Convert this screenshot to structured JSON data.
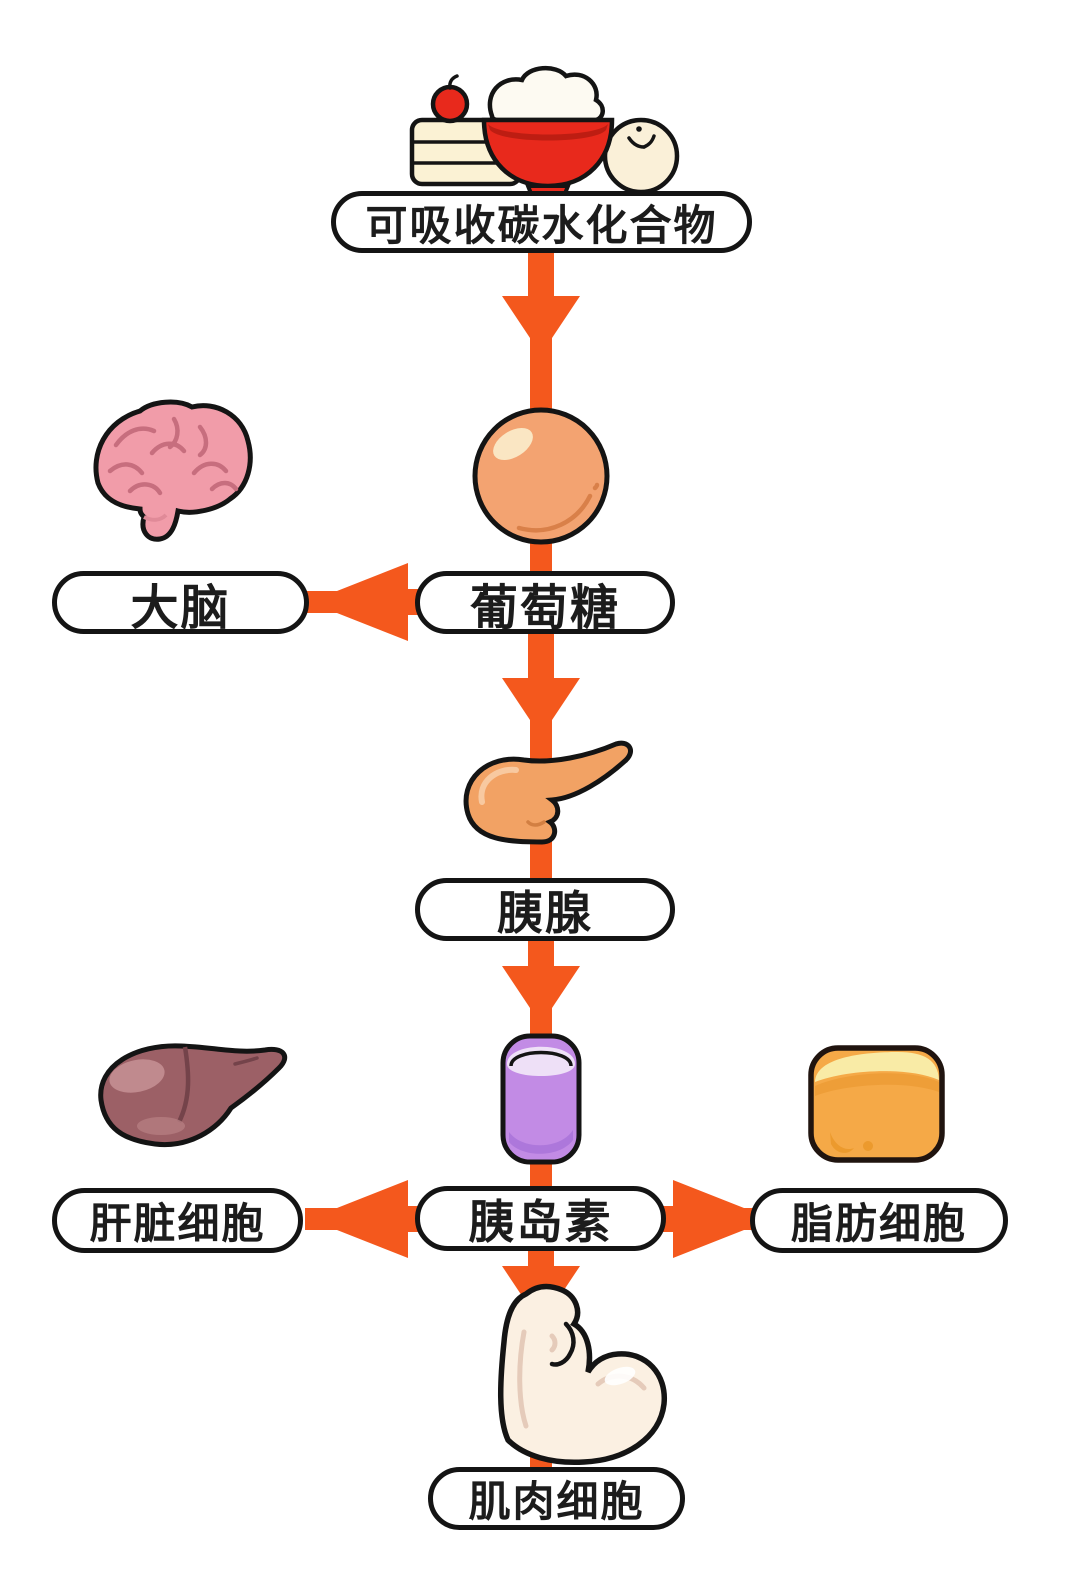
{
  "page": {
    "background": "#FFFFFF"
  },
  "diagram": {
    "type": "flowchart",
    "colors": {
      "arrow": "#F4581D",
      "outline": "#141414",
      "pill_bg": "#FFFFFF",
      "text": "#1C1C1C",
      "glucose_body": "#F3A371",
      "insulin_body": "#C28BE5",
      "brain_body": "#F19CA9",
      "pancreas_body": "#F2A264",
      "liver_body": "#9C6066",
      "fat_body": "#F5A947",
      "muscle_body": "#FBF0E2"
    },
    "nodes": [
      {
        "id": "carbs",
        "label": "可吸收碳水化合物",
        "icon": "carb-foods-icon"
      },
      {
        "id": "glucose",
        "label": "葡萄糖",
        "icon": "glucose-sphere-icon"
      },
      {
        "id": "brain",
        "label": "大脑",
        "icon": "brain-icon"
      },
      {
        "id": "pancreas",
        "label": "胰腺",
        "icon": "pancreas-icon"
      },
      {
        "id": "insulin",
        "label": "胰岛素",
        "icon": "insulin-vial-icon"
      },
      {
        "id": "liver",
        "label": "肝脏细胞",
        "icon": "liver-icon"
      },
      {
        "id": "fat",
        "label": "脂肪细胞",
        "icon": "fat-cell-icon"
      },
      {
        "id": "muscle",
        "label": "肌肉细胞",
        "icon": "muscle-arm-icon"
      }
    ],
    "edges": [
      {
        "from": "可吸收碳水化合物",
        "to": "葡萄糖"
      },
      {
        "from": "葡萄糖",
        "to": "大脑"
      },
      {
        "from": "葡萄糖",
        "to": "胰腺"
      },
      {
        "from": "胰腺",
        "to": "胰岛素"
      },
      {
        "from": "胰岛素",
        "to": "肝脏细胞"
      },
      {
        "from": "胰岛素",
        "to": "脂肪细胞"
      },
      {
        "from": "胰岛素",
        "to": "肌肉细胞"
      }
    ]
  }
}
